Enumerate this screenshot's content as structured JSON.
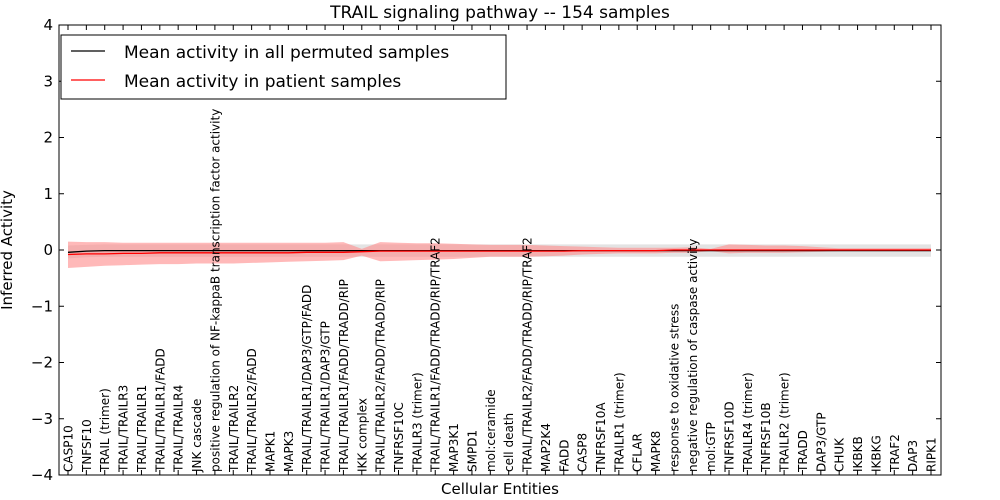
{
  "chart_data": {
    "type": "line",
    "title": "TRAIL signaling pathway -- 154 samples",
    "xlabel": "Cellular Entities",
    "ylabel": "Inferred Activity",
    "ylim": [
      -4,
      4
    ],
    "yticks": [
      -4,
      -3,
      -2,
      -1,
      0,
      1,
      2,
      3,
      4
    ],
    "ytick_labels": [
      "−4",
      "−3",
      "−2",
      "−1",
      "0",
      "1",
      "2",
      "3",
      "4"
    ],
    "grid": false,
    "legend_position": "top-left",
    "categories": [
      "CASP10",
      "TNFSF10",
      "TRAIL (trimer)",
      "TRAIL/TRAILR3",
      "TRAIL/TRAILR1",
      "TRAIL/TRAILR1/FADD",
      "TRAIL/TRAILR4",
      "JNK cascade",
      "positive regulation of NF-kappaB transcription factor activity",
      "TRAIL/TRAILR2",
      "TRAIL/TRAILR2/FADD",
      "MAPK1",
      "MAPK3",
      "TRAIL/TRAILR1/DAP3/GTP/FADD",
      "TRAIL/TRAILR1/DAP3/GTP",
      "TRAIL/TRAILR1/FADD/TRADD/RIP",
      "IKK complex",
      "TRAIL/TRAILR2/FADD/TRADD/RIP",
      "TNFRSF10C",
      "TRAILR3 (trimer)",
      "TRAIL/TRAILR1/FADD/TRADD/RIP/TRAF2",
      "MAP3K1",
      "SMPD1",
      "mol:ceramide",
      "cell death",
      "TRAIL/TRAILR2/FADD/TRADD/RIP/TRAF2",
      "MAP2K4",
      "FADD",
      "CASP8",
      "TNFRSF10A",
      "TRAILR1 (trimer)",
      "CFLAR",
      "MAPK8",
      "response to oxidative stress",
      "negative regulation of caspase activity",
      "mol:GTP",
      "TNFRSF10D",
      "TRAILR4 (trimer)",
      "TNFRSF10B",
      "TRAILR2 (trimer)",
      "TRADD",
      "DAP3/GTP",
      "CHUK",
      "IKBKB",
      "IKBKG",
      "TRAF2",
      "DAP3",
      "RIPK1"
    ],
    "series": [
      {
        "name": "Mean activity in all permuted samples",
        "color": "#000000",
        "values": [
          -0.04,
          -0.02,
          -0.01,
          -0.01,
          -0.01,
          -0.01,
          -0.01,
          -0.01,
          -0.01,
          -0.01,
          -0.01,
          -0.01,
          -0.01,
          -0.01,
          -0.01,
          -0.01,
          -0.01,
          -0.01,
          -0.01,
          -0.01,
          -0.01,
          -0.01,
          -0.01,
          -0.01,
          -0.01,
          -0.01,
          -0.01,
          -0.01,
          -0.01,
          -0.01,
          -0.01,
          -0.01,
          -0.01,
          -0.01,
          -0.01,
          -0.01,
          -0.01,
          -0.01,
          -0.01,
          -0.01,
          -0.01,
          -0.01,
          -0.01,
          -0.01,
          -0.01,
          -0.01,
          -0.01,
          -0.01
        ],
        "band_low": [
          -0.15,
          -0.13,
          -0.12,
          -0.12,
          -0.12,
          -0.12,
          -0.12,
          -0.12,
          -0.12,
          -0.12,
          -0.12,
          -0.12,
          -0.12,
          -0.12,
          -0.12,
          -0.12,
          -0.12,
          -0.12,
          -0.12,
          -0.12,
          -0.12,
          -0.12,
          -0.12,
          -0.12,
          -0.12,
          -0.12,
          -0.12,
          -0.12,
          -0.12,
          -0.12,
          -0.12,
          -0.12,
          -0.12,
          -0.12,
          -0.12,
          -0.12,
          -0.12,
          -0.12,
          -0.12,
          -0.12,
          -0.12,
          -0.12,
          -0.12,
          -0.12,
          -0.12,
          -0.12,
          -0.12,
          -0.12
        ],
        "band_high": [
          0.08,
          0.09,
          0.1,
          0.1,
          0.1,
          0.1,
          0.1,
          0.1,
          0.1,
          0.1,
          0.1,
          0.1,
          0.1,
          0.1,
          0.1,
          0.1,
          0.1,
          0.1,
          0.1,
          0.1,
          0.1,
          0.1,
          0.1,
          0.1,
          0.1,
          0.1,
          0.1,
          0.1,
          0.1,
          0.1,
          0.1,
          0.1,
          0.1,
          0.1,
          0.1,
          0.1,
          0.1,
          0.1,
          0.1,
          0.1,
          0.1,
          0.1,
          0.1,
          0.1,
          0.1,
          0.1,
          0.1,
          0.1
        ]
      },
      {
        "name": "Mean activity in patient samples",
        "color": "#ff0000",
        "fill": "#ff8a8a",
        "values": [
          -0.08,
          -0.07,
          -0.07,
          -0.06,
          -0.06,
          -0.05,
          -0.05,
          -0.05,
          -0.05,
          -0.05,
          -0.05,
          -0.05,
          -0.05,
          -0.04,
          -0.04,
          -0.04,
          -0.03,
          -0.02,
          -0.02,
          -0.02,
          -0.02,
          -0.02,
          -0.02,
          -0.02,
          -0.02,
          -0.02,
          -0.02,
          -0.02,
          -0.01,
          -0.01,
          -0.01,
          -0.01,
          -0.01,
          0.0,
          0.0,
          0.0,
          0.0,
          0.0,
          0.0,
          0.0,
          0.0,
          0.0,
          0.0,
          0.0,
          0.0,
          0.0,
          0.0,
          0.0
        ],
        "band_low": [
          -0.32,
          -0.3,
          -0.28,
          -0.27,
          -0.26,
          -0.25,
          -0.25,
          -0.24,
          -0.24,
          -0.24,
          -0.23,
          -0.22,
          -0.21,
          -0.2,
          -0.19,
          -0.18,
          -0.1,
          -0.2,
          -0.19,
          -0.18,
          -0.17,
          -0.16,
          -0.14,
          -0.12,
          -0.12,
          -0.12,
          -0.11,
          -0.1,
          -0.08,
          -0.07,
          -0.06,
          -0.06,
          -0.06,
          -0.05,
          -0.05,
          -0.02,
          -0.06,
          -0.05,
          -0.05,
          -0.05,
          -0.04,
          -0.03,
          -0.02,
          -0.02,
          -0.02,
          -0.02,
          -0.02,
          -0.02
        ],
        "band_high": [
          0.15,
          0.14,
          0.14,
          0.13,
          0.13,
          0.13,
          0.13,
          0.13,
          0.13,
          0.13,
          0.13,
          0.13,
          0.13,
          0.13,
          0.13,
          0.14,
          0.02,
          0.14,
          0.13,
          0.12,
          0.12,
          0.11,
          0.1,
          0.09,
          0.09,
          0.09,
          0.08,
          0.07,
          0.06,
          0.05,
          0.04,
          0.04,
          0.04,
          0.04,
          0.05,
          0.02,
          0.1,
          0.09,
          0.08,
          0.08,
          0.07,
          0.05,
          0.03,
          0.03,
          0.03,
          0.03,
          0.03,
          0.03
        ]
      }
    ]
  }
}
